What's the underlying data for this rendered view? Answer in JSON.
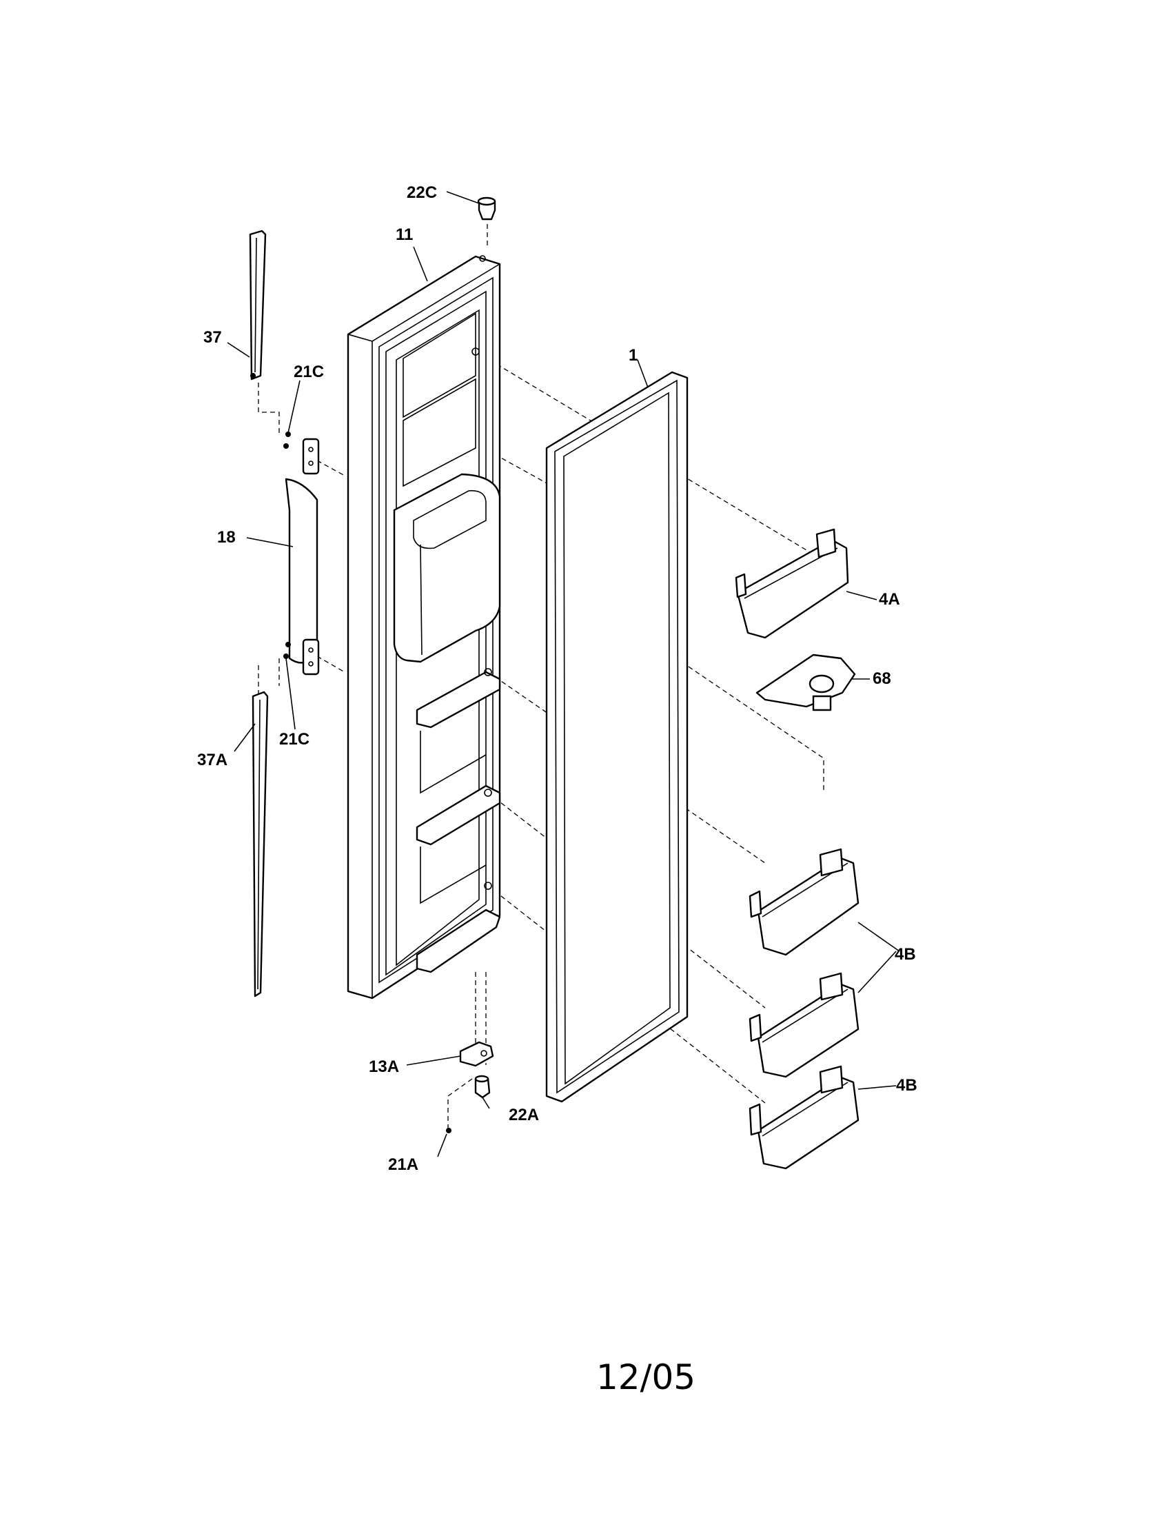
{
  "labels": {
    "door_gasket": "1",
    "door_bin_top": "4A",
    "door_bins": "4B",
    "door_bin_bottom": "4B",
    "door_assembly": "11",
    "bottom_hinge": "13A",
    "handle": "18",
    "hinge_screw": "21A",
    "handle_screws_top": "21C",
    "handle_screws_bottom": "21C",
    "bottom_pin": "22A",
    "top_pin": "22C",
    "trim_top": "37",
    "trim_bottom": "37A",
    "ice_chute": "68"
  },
  "date_code": "12/05"
}
